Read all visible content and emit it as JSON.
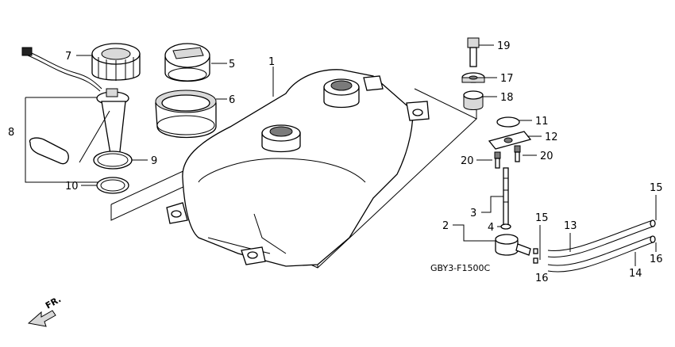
{
  "diagram": {
    "code": "GBY3-F1500C",
    "direction_label": "FR.",
    "callouts": {
      "c1": "1",
      "c2": "2",
      "c3": "3",
      "c4": "4",
      "c5": "5",
      "c6": "6",
      "c7": "7",
      "c8": "8",
      "c9": "9",
      "c10": "10",
      "c11": "11",
      "c12": "12",
      "c13": "13",
      "c14": "14",
      "c15a": "15",
      "c15b": "15",
      "c16a": "16",
      "c16b": "16",
      "c17": "17",
      "c18": "18",
      "c19": "19",
      "c20a": "20",
      "c20b": "20"
    }
  }
}
